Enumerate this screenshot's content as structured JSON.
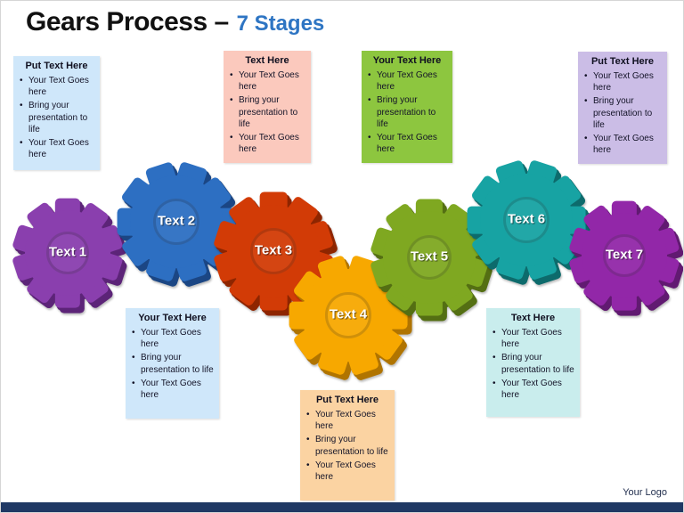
{
  "title": {
    "main": "Gears Process –",
    "accent": "7 Stages",
    "accent_color": "#2e75c3"
  },
  "gears": [
    {
      "label": "Text 1",
      "color": "#8a3fae",
      "dark": "#5c2478"
    },
    {
      "label": "Text 2",
      "color": "#2d6fc2",
      "dark": "#1b4684"
    },
    {
      "label": "Text 3",
      "color": "#d23b06",
      "dark": "#8e2500"
    },
    {
      "label": "Text 4",
      "color": "#f7a800",
      "dark": "#b07400"
    },
    {
      "label": "Text 5",
      "color": "#7fa821",
      "dark": "#546f13"
    },
    {
      "label": "Text 6",
      "color": "#17a3a3",
      "dark": "#0d6b6c"
    },
    {
      "label": "Text 7",
      "color": "#9227a8",
      "dark": "#611a71"
    }
  ],
  "boxes": {
    "top": [
      {
        "header": "Put Text Here",
        "color": "#cfe7fa",
        "bullets": [
          "Your Text Goes here",
          "Bring your presentation to life",
          "Your Text Goes here"
        ]
      },
      {
        "header": "Text Here",
        "color": "#fbc9bd",
        "bullets": [
          "Your Text Goes here",
          "Bring your presentation to life",
          "Your Text Goes here"
        ]
      },
      {
        "header": "Your Text Here",
        "color": "#8dc63f",
        "bullets": [
          "Your Text Goes here",
          "Bring your presentation to life",
          "Your Text Goes here"
        ]
      },
      {
        "header": "Put Text Here",
        "color": "#cbbde6",
        "bullets": [
          "Your Text Goes here",
          "Bring your presentation to life",
          "Your Text Goes here"
        ]
      }
    ],
    "bottom": [
      {
        "header": "Your Text Here",
        "color": "#cfe7fa",
        "bullets": [
          "Your Text Goes here",
          "Bring your presentation to life",
          "Your Text Goes here"
        ]
      },
      {
        "header": "Put Text Here",
        "color": "#fbd3a2",
        "bullets": [
          "Your Text Goes here",
          "Bring your presentation to life",
          "Your Text Goes here"
        ]
      },
      {
        "header": "Text Here",
        "color": "#c9eded",
        "bullets": [
          "Your Text Goes here",
          "Bring your presentation to life",
          "Your Text Goes here"
        ]
      }
    ]
  },
  "footer": {
    "logo": "Your Logo",
    "bar_color": "#1f3864"
  }
}
